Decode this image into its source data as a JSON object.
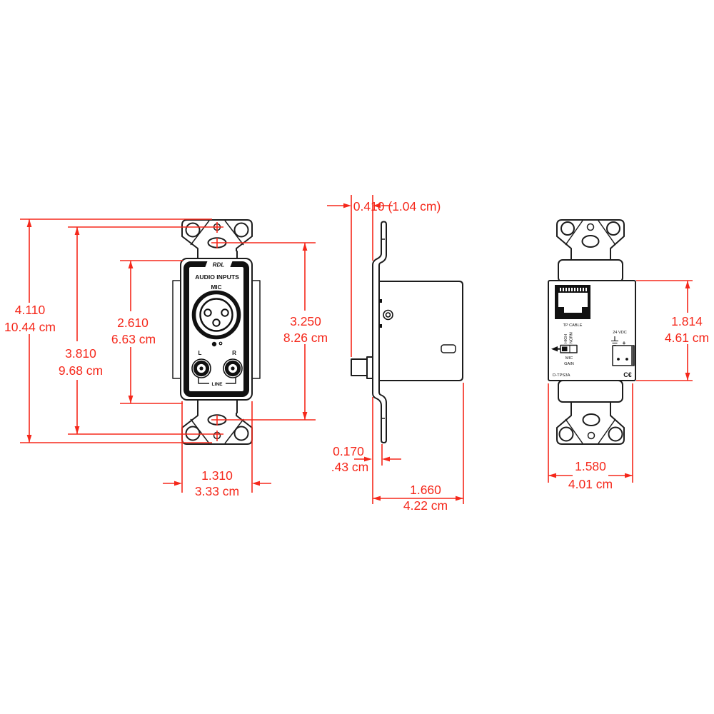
{
  "page": {
    "background": "#ffffff"
  },
  "colors": {
    "dimension_red": "#f5281b",
    "line_black": "#1c1c1c"
  },
  "front_view": {
    "brand": "RDL",
    "panel_title": "AUDIO INPUTS",
    "mic_label": "MIC",
    "left_jack_label": "L",
    "right_jack_label": "R",
    "line_label": "LINE"
  },
  "rear_view": {
    "tp_cable_label": "TP CABLE",
    "gain_high_label": "HIGH",
    "gain_norm_label": "NORM",
    "mic_label": "MIC",
    "gain_label": "GAIN",
    "power_label": "24 VDC",
    "plus_label": "+",
    "model_label": "D-TPS3A",
    "ce_mark": "C€"
  },
  "dimensions": {
    "overall_height_in": "4.110",
    "overall_height_cm": "10.44 cm",
    "mount_hole_spacing_in": "3.810",
    "mount_hole_spacing_cm": "9.68 cm",
    "insert_height_in": "2.610",
    "insert_height_cm": "6.63 cm",
    "slot_spacing_in": "3.250",
    "slot_spacing_cm": "8.26 cm",
    "insert_width_in": "1.310",
    "insert_width_cm": "3.33 cm",
    "jack_protrusion_label": "0.410 (1.04 cm)",
    "plate_thickness_in": "0.170",
    "plate_thickness_cm": ".43 cm",
    "enclosure_depth_in": "1.660",
    "enclosure_depth_cm": "4.22 cm",
    "enclosure_height_in": "1.814",
    "enclosure_height_cm": "4.61 cm",
    "enclosure_width_in": "1.580",
    "enclosure_width_cm": "4.01 cm"
  }
}
